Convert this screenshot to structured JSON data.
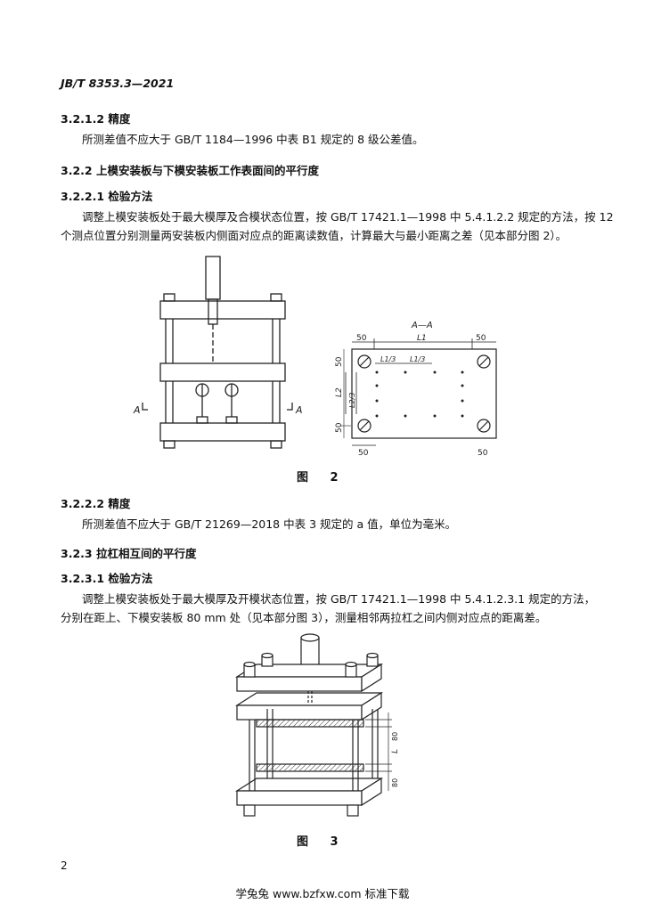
{
  "header": {
    "standard_no": "JB/T 8353.3—2021"
  },
  "sections": {
    "s3212": {
      "title": "3.2.1.2   精度",
      "body": "所测差值不应大于 GB/T 1184—1996 中表 B1 规定的 8 级公差值。"
    },
    "s322": {
      "title": "3.2.2   上模安装板与下模安装板工作表面间的平行度"
    },
    "s3221": {
      "title": "3.2.2.1   检验方法",
      "body_1": "调整上模安装板处于最大模厚及合模状态位置，按 GB/T 17421.1—1998 中 5.4.1.2.2 规定的方法，按 12",
      "body_2": "个测点位置分别测量两安装板内侧面对应点的距离读数值，计算最大与最小距离之差（见本部分图 2）。"
    },
    "s3222": {
      "title": "3.2.2.2   精度",
      "body": "所测差值不应大于 GB/T 21269—2018 中表 3 规定的 a 值，单位为毫米。"
    },
    "s323": {
      "title": "3.2.3   拉杠相互间的平行度"
    },
    "s3231": {
      "title": "3.2.3.1   检验方法",
      "body_1": "调整上模安装板处于最大模厚及开模状态位置，按 GB/T 17421.1—1998 中 5.4.1.2.3.1 规定的方法，",
      "body_2": "分别在距上、下模安装板 80 mm 处（见本部分图 3），测量相邻两拉杠之间内侧对应点的距离差。"
    }
  },
  "figure2": {
    "caption": "图 2",
    "section_title": "A—A",
    "cut_label": "A",
    "dim_50": "50",
    "dim_L1": "L1",
    "dim_L1_3": "L1/3",
    "dim_L2": "L2",
    "dim_L2_3": "L2/3"
  },
  "figure3": {
    "caption": "图 3",
    "dim_80": "80",
    "dim_L": "L"
  },
  "page_number": "2",
  "footer": "学兔兔 www.bzfxw.com 标准下载"
}
